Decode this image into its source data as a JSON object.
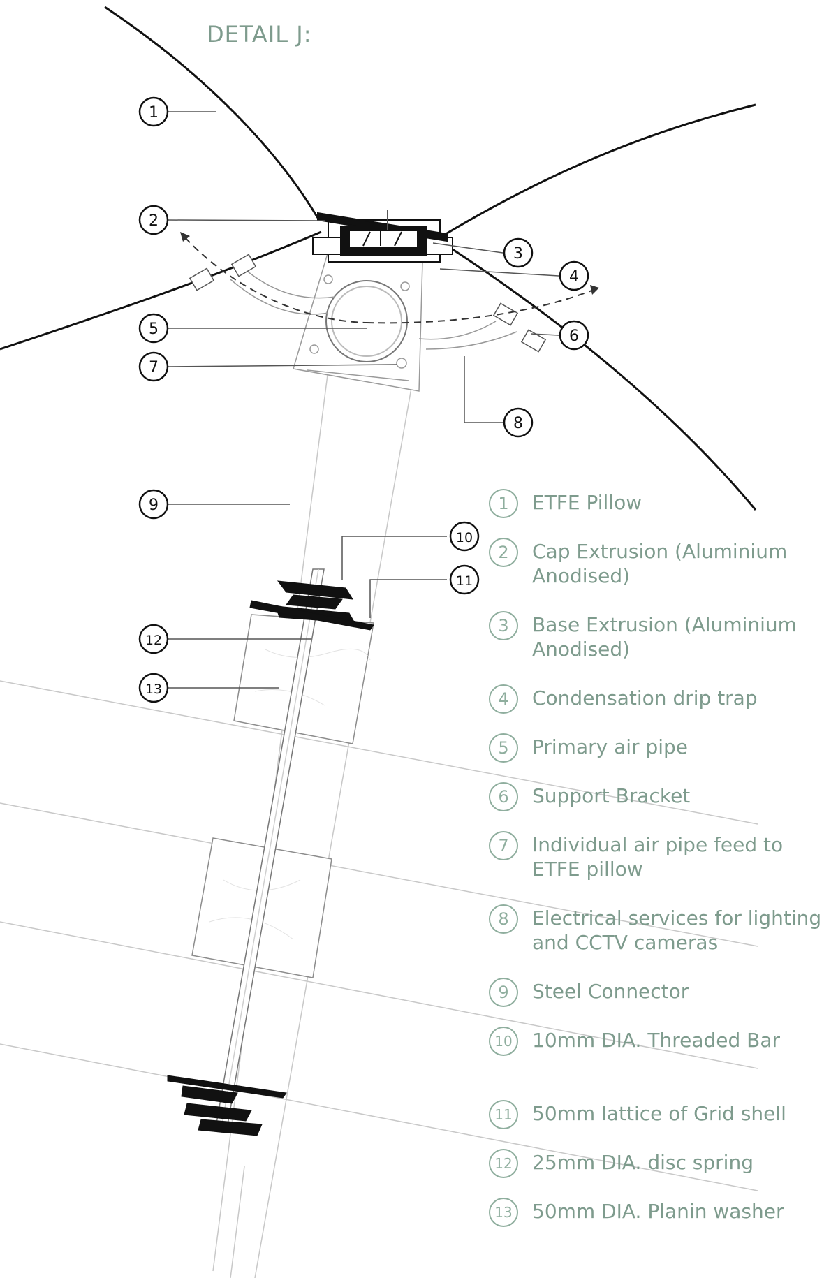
{
  "title": "DETAIL J:",
  "callouts": [
    "1",
    "2",
    "3",
    "4",
    "5",
    "6",
    "7",
    "8",
    "9",
    "10",
    "11",
    "12",
    "13"
  ],
  "legend": [
    {
      "num": "1",
      "text": "ETFE Pillow"
    },
    {
      "num": "2",
      "text": "Cap Extrusion (Aluminium Anodised)"
    },
    {
      "num": "3",
      "text": "Base Extrusion (Aluminium Anodised)"
    },
    {
      "num": "4",
      "text": "Condensation drip trap"
    },
    {
      "num": "5",
      "text": "Primary air pipe"
    },
    {
      "num": "6",
      "text": "Support Bracket"
    },
    {
      "num": "7",
      "text": "Individual air pipe feed to ETFE pillow"
    },
    {
      "num": "8",
      "text": "Electrical services for lighting and CCTV cameras"
    },
    {
      "num": "9",
      "text": "Steel Connector"
    },
    {
      "num": "10",
      "text": "10mm DIA. Threaded Bar"
    },
    {
      "num": "11",
      "text": "50mm lattice of Grid shell"
    },
    {
      "num": "12",
      "text": "25mm DIA. disc spring"
    },
    {
      "num": "13",
      "text": "50mm DIA. Planin washer"
    }
  ],
  "colors": {
    "legend": "#7e9b8d",
    "legend_circle": "#8fae9e",
    "line": "#111111",
    "thin_line": "#bdbdbd"
  }
}
